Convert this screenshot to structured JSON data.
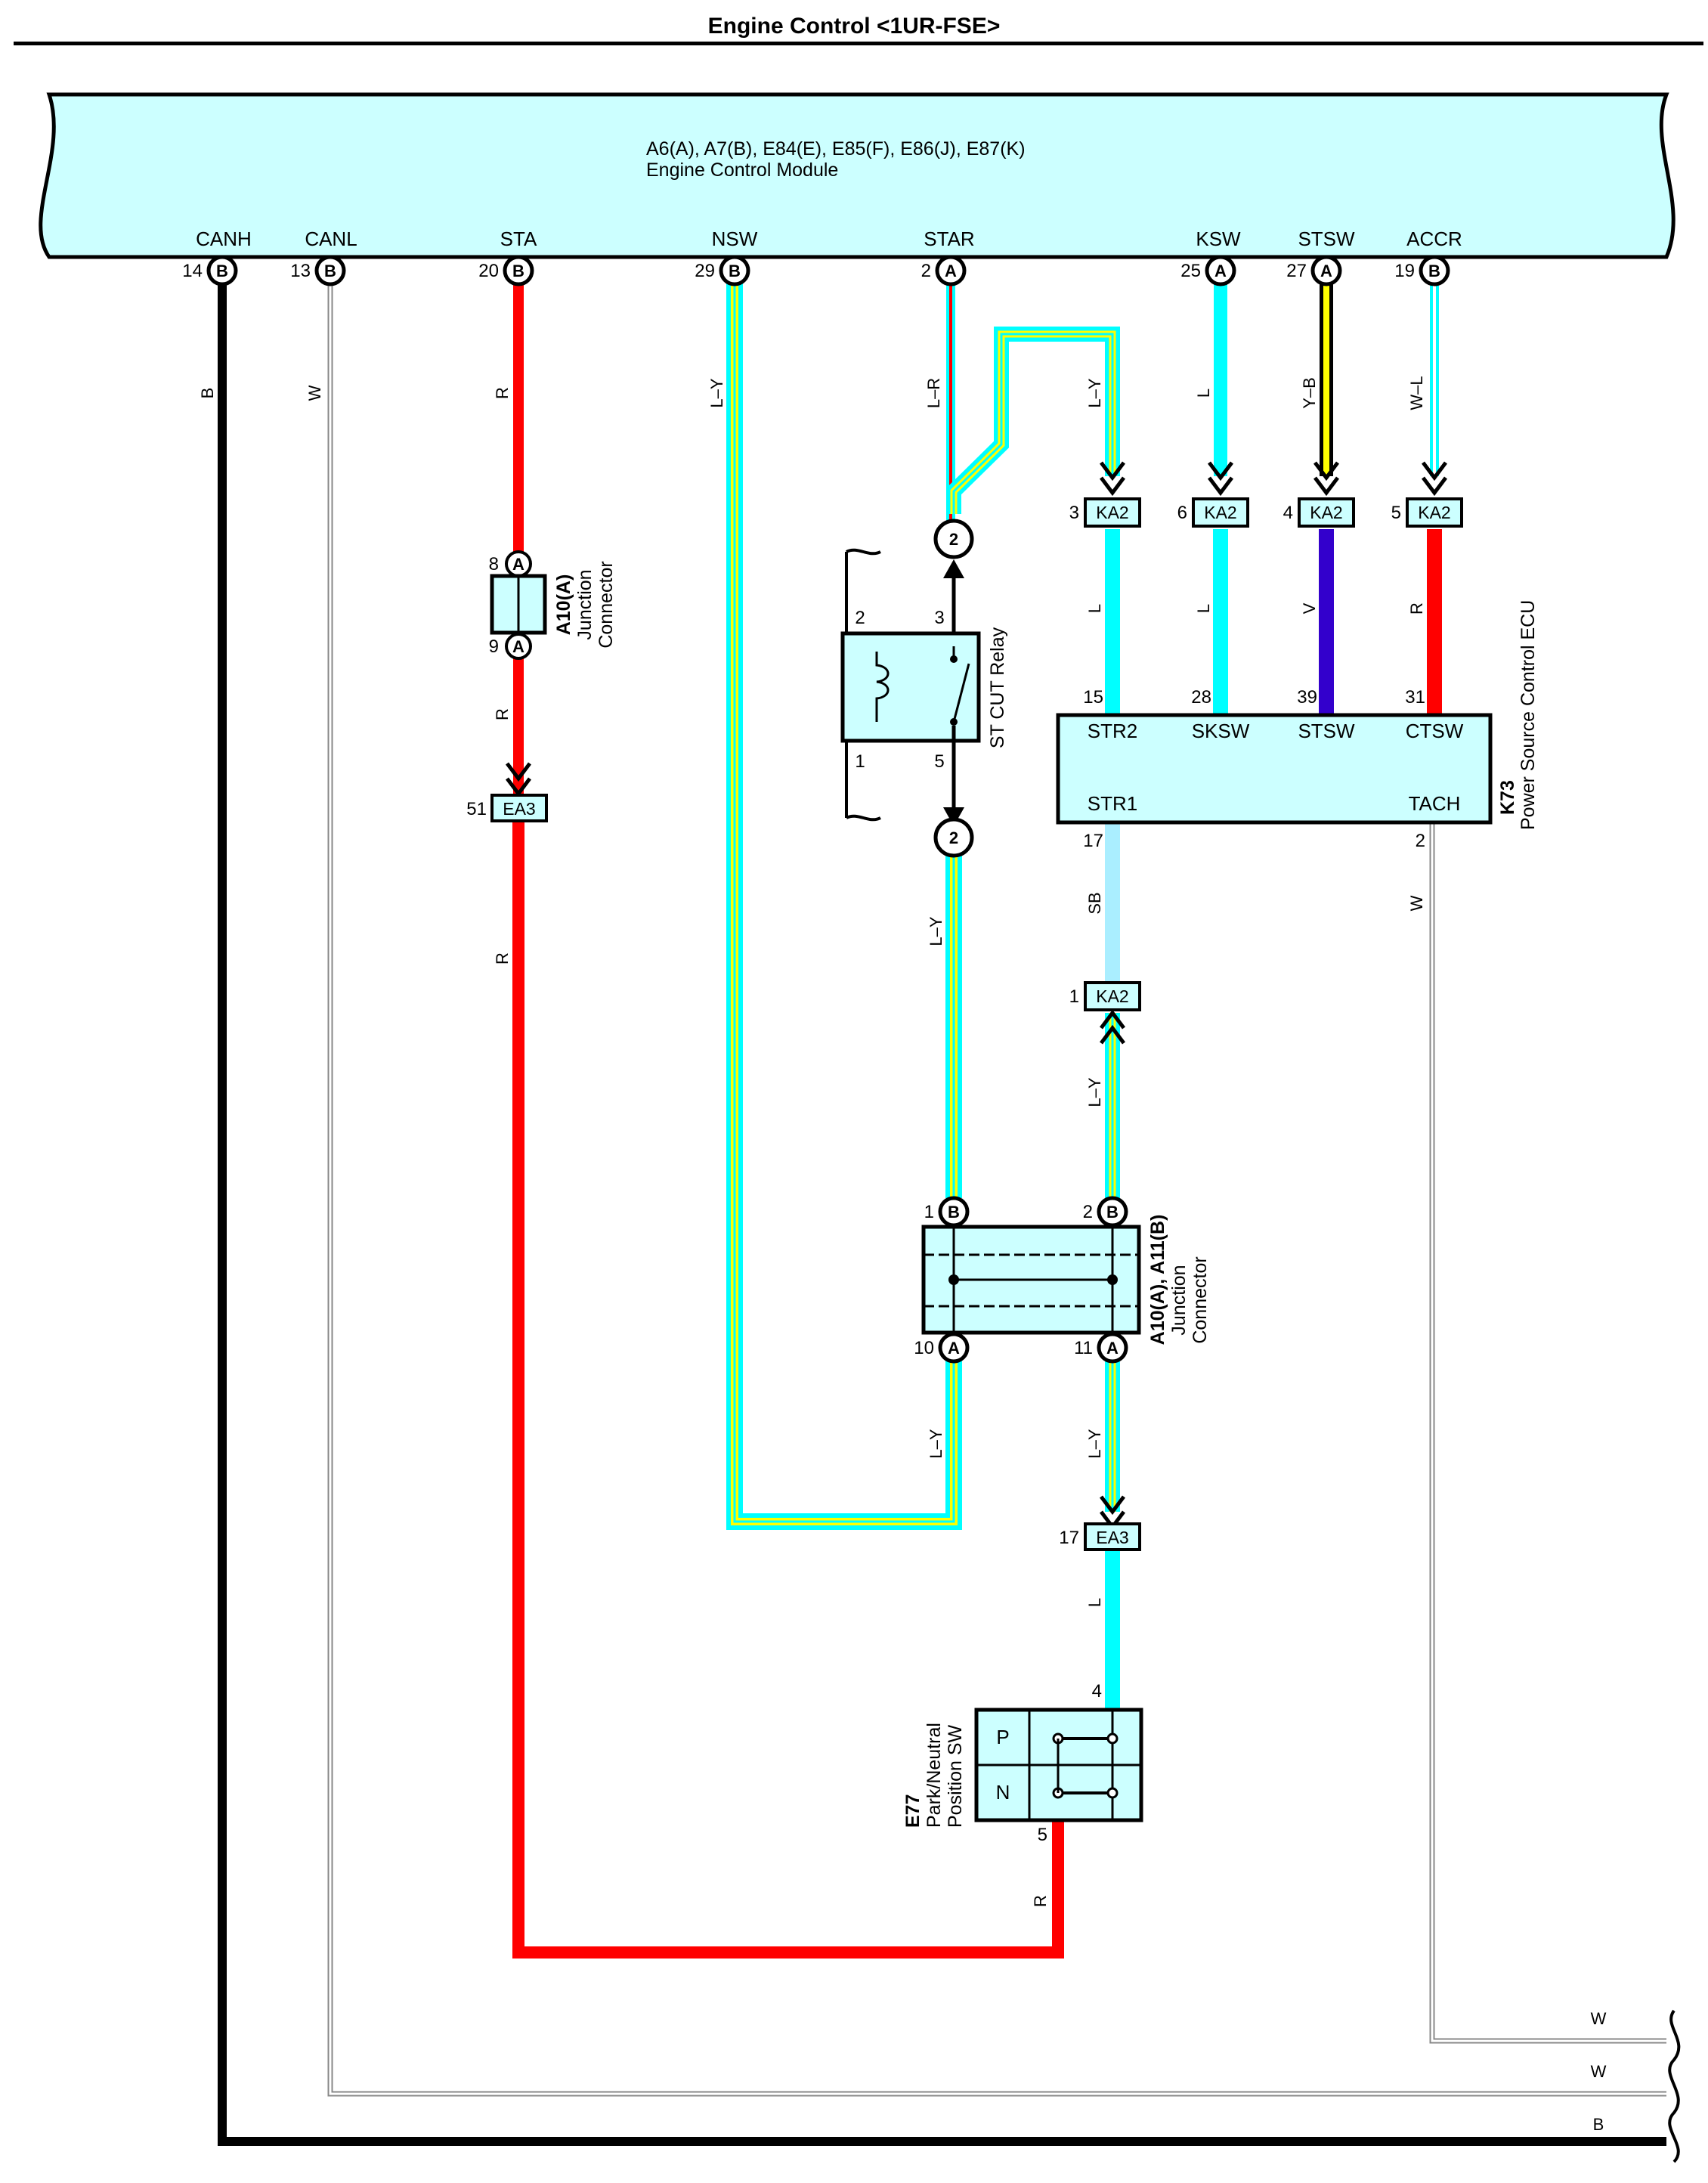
{
  "title": "Engine Control <1UR-FSE>",
  "ecm": {
    "id_line": "A6(A), A7(B), E84(E), E85(F), E86(J), E87(K)",
    "name": "Engine Control Module",
    "pins": [
      {
        "label": "CANH",
        "num": "14",
        "conn": "B"
      },
      {
        "label": "CANL",
        "num": "13",
        "conn": "B"
      },
      {
        "label": "STA",
        "num": "20",
        "conn": "B"
      },
      {
        "label": "NSW",
        "num": "29",
        "conn": "B"
      },
      {
        "label": "STAR",
        "num": "2",
        "conn": "A"
      },
      {
        "label": "KSW",
        "num": "25",
        "conn": "A"
      },
      {
        "label": "STSW",
        "num": "27",
        "conn": "A"
      },
      {
        "label": "ACCR",
        "num": "19",
        "conn": "B"
      }
    ]
  },
  "wire_labels": {
    "canh": "B",
    "canl": "W",
    "sta": "R",
    "nsw": "L–Y",
    "star": "L–R",
    "str2_in": "L–Y",
    "ksw": "L",
    "stsw": "Y–B",
    "accr": "W–L",
    "str2_ecu": "L",
    "sksw_ecu": "L",
    "stsw_ecu": "V",
    "ctsw_ecu": "R",
    "sta_lower": "R",
    "sta_bottom": "R",
    "relay_out": "L–Y",
    "str1": "SB",
    "tach": "W",
    "ka2_up": "L–Y",
    "jc_left_out": "L–Y",
    "jc_right_out": "L–Y",
    "ea3_l": "L",
    "pn_r": "R",
    "tail_w1": "W",
    "tail_w2": "W",
    "tail_b": "B"
  },
  "junction_a10": {
    "id": "A10(A)",
    "name1": "Junction",
    "name2": "Connector",
    "pin_top": "8",
    "pin_bottom": "9",
    "conn": "A"
  },
  "ea3_upper": {
    "num": "51",
    "label": "EA3"
  },
  "relay": {
    "name": "ST CUT Relay",
    "pin_2": "2",
    "pin_3": "3",
    "pin_1": "1",
    "pin_5": "5",
    "circle_top": "2",
    "circle_bottom": "2"
  },
  "ka2": [
    {
      "num": "3",
      "label": "KA2"
    },
    {
      "num": "6",
      "label": "KA2"
    },
    {
      "num": "4",
      "label": "KA2"
    },
    {
      "num": "5",
      "label": "KA2"
    },
    {
      "num": "1",
      "label": "KA2"
    }
  ],
  "psecu": {
    "id": "K73",
    "name": "Power Source Control ECU",
    "pins_top": [
      {
        "num": "15",
        "label": "STR2"
      },
      {
        "num": "28",
        "label": "SKSW"
      },
      {
        "num": "39",
        "label": "STSW"
      },
      {
        "num": "31",
        "label": "CTSW"
      }
    ],
    "pins_bottom": [
      {
        "num": "17",
        "label": "STR1"
      },
      {
        "num": "2",
        "label": "TACH"
      }
    ]
  },
  "junction_big": {
    "id": "A10(A), A11(B)",
    "name1": "Junction",
    "name2": "Connector",
    "pins": [
      {
        "num": "1",
        "conn": "B"
      },
      {
        "num": "2",
        "conn": "B"
      },
      {
        "num": "10",
        "conn": "A"
      },
      {
        "num": "11",
        "conn": "A"
      }
    ]
  },
  "ea3_lower": {
    "num": "17",
    "label": "EA3"
  },
  "pn_switch": {
    "id": "E77",
    "name1": "Park/Neutral",
    "name2": "Position SW",
    "p_label": "P",
    "n_label": "N",
    "pin_top": "4",
    "pin_bottom": "5"
  },
  "colors": {
    "ecm_fill": "#ccffff",
    "cyan": "#00ffff",
    "red": "#ff0000",
    "yellow": "#ffff00",
    "violet": "#3300cc",
    "sky": "#aaeeff",
    "black": "#000000",
    "white_wire": "#aaaaaa"
  }
}
